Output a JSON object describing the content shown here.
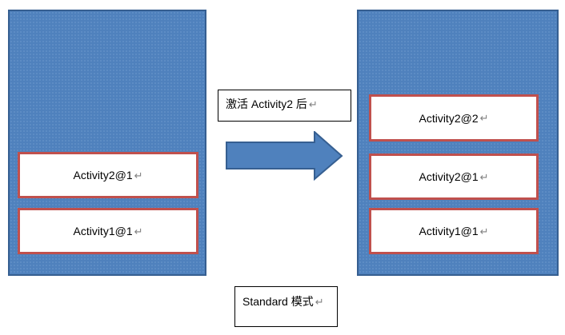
{
  "diagram": {
    "transition_label": "激活 Activity2 后",
    "mode_label": "Standard 模式",
    "return_mark": "↵",
    "stacks": {
      "before": {
        "activities": [
          {
            "label": "Activity2@1"
          },
          {
            "label": "Activity1@1"
          }
        ]
      },
      "after": {
        "activities": [
          {
            "label": "Activity2@2"
          },
          {
            "label": "Activity2@1"
          },
          {
            "label": "Activity1@1"
          }
        ]
      }
    },
    "colors": {
      "stack_fill": "#4F81BD",
      "stack_border": "#365F91",
      "activity_fill": "#FFFFFF",
      "activity_border": "#C0504D",
      "label_box_border": "#000000",
      "text": "#000000",
      "return_mark": "#808080",
      "arrow_fill": "#4F81BD",
      "arrow_border": "#365F91"
    }
  }
}
